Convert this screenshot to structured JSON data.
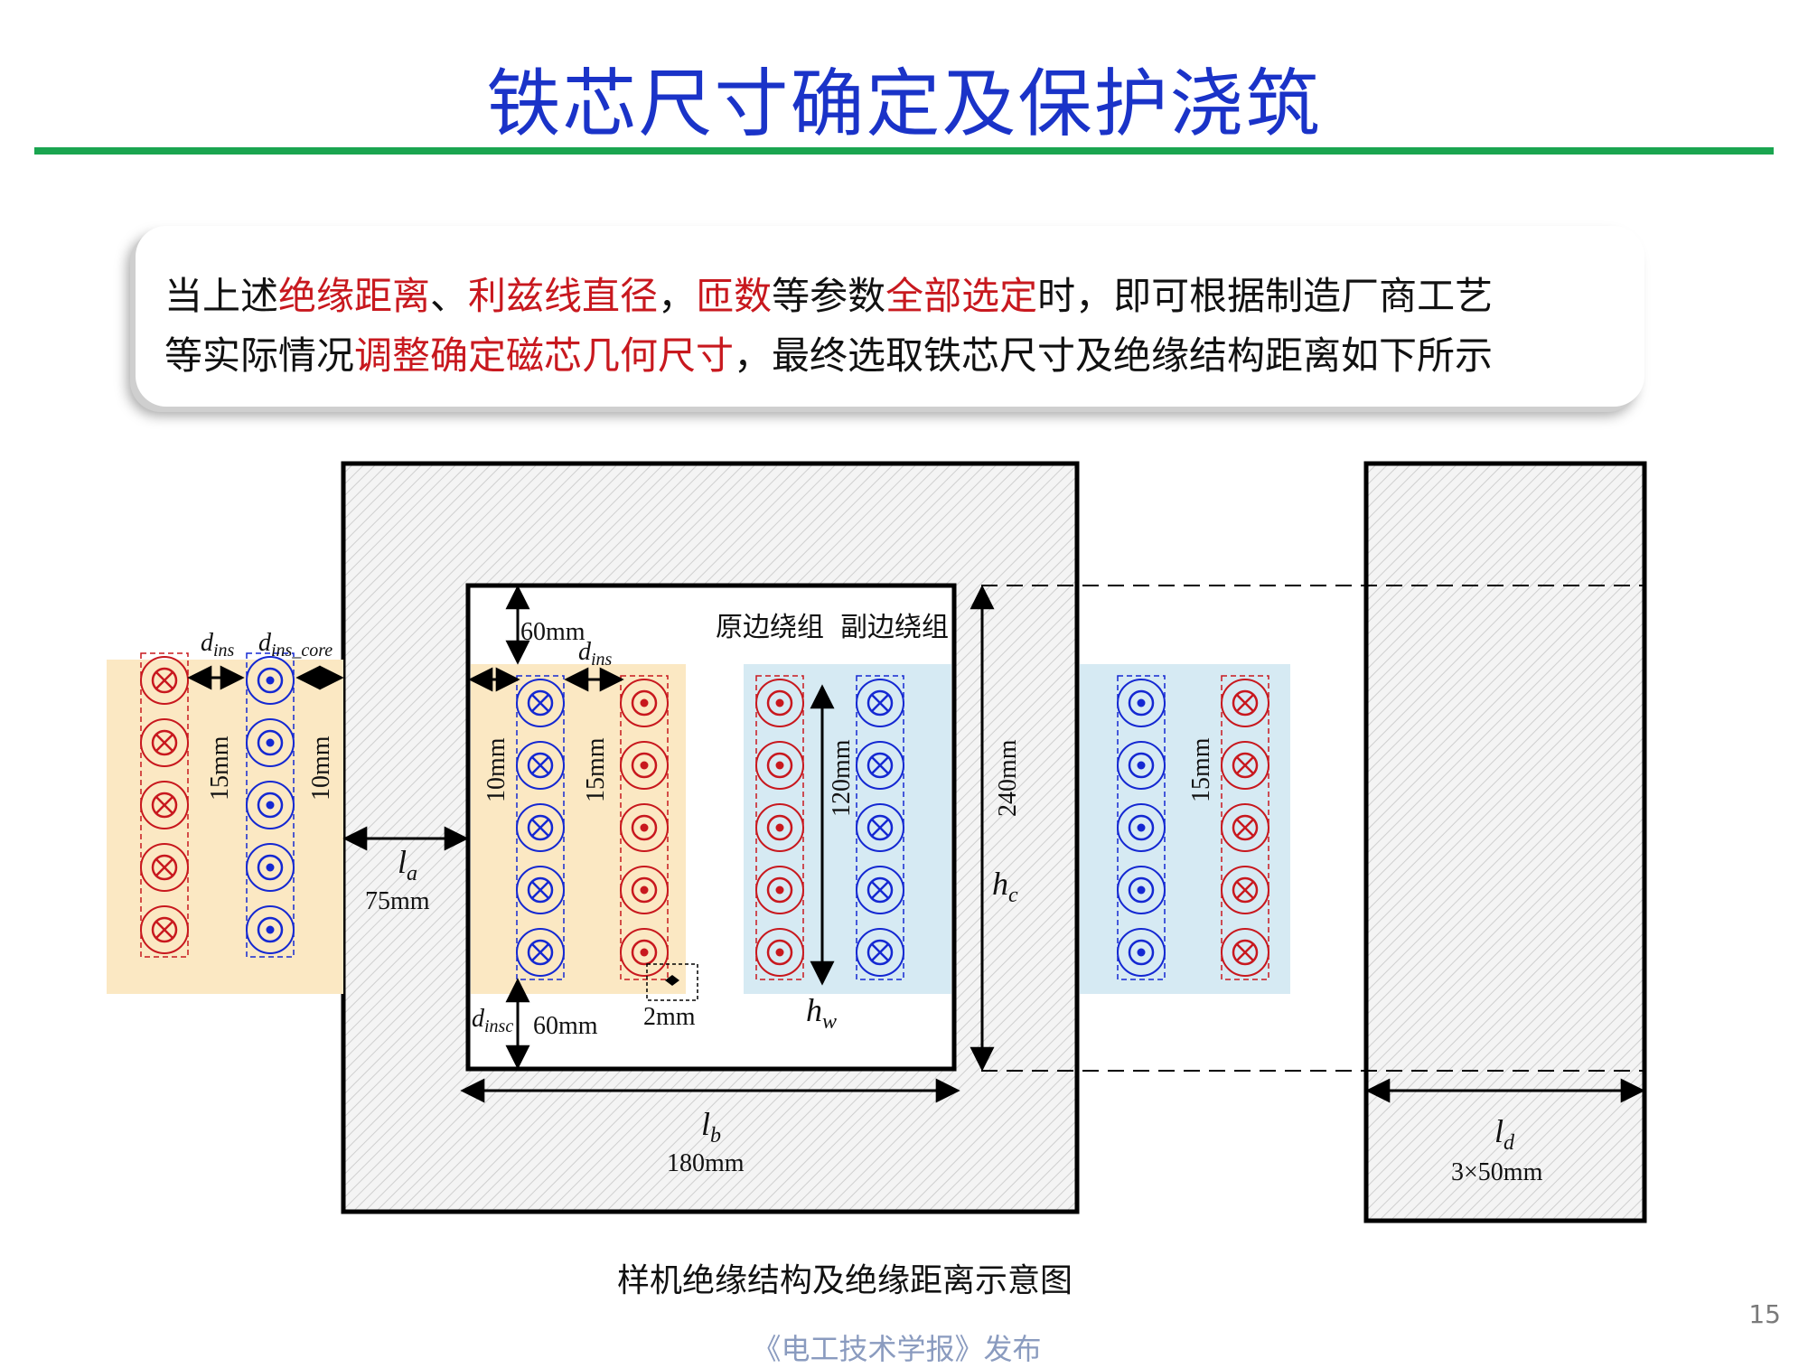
{
  "title": "铁芯尺寸确定及保护浇筑",
  "callout": {
    "line1": [
      {
        "text": "当上述",
        "red": false
      },
      {
        "text": "绝缘距离",
        "red": true
      },
      {
        "text": "、",
        "red": false
      },
      {
        "text": "利兹线直径",
        "red": true
      },
      {
        "text": "，",
        "red": false
      },
      {
        "text": "匝数",
        "red": true
      },
      {
        "text": "等参数",
        "red": false
      },
      {
        "text": "全部选定",
        "red": true
      },
      {
        "text": "时，即可根据制造厂商工艺",
        "red": false
      }
    ],
    "line2": [
      {
        "text": "等实际情况",
        "red": false
      },
      {
        "text": "调整确定磁芯几何尺寸",
        "red": true
      },
      {
        "text": "，最终选取铁芯尺寸及绝缘结构距离如下所示",
        "red": false
      }
    ]
  },
  "diagram": {
    "labels": {
      "d_ins_left": "d",
      "d_ins_left_sub": "ins",
      "d_ins_core": "d",
      "d_ins_core_sub": "ins_core",
      "d_ins_inner": "d",
      "d_ins_inner_sub": "ins",
      "dim_60mm_top": "60mm",
      "dim_15mm_left": "15mm",
      "dim_10mm_left": "10mm",
      "dim_10mm_inner": "10mm",
      "dim_15mm_inner": "15mm",
      "dim_120mm": "120mm",
      "dim_240mm": "240mm",
      "dim_15mm_right": "15mm",
      "primary_winding": "原边绕组",
      "secondary_winding": "副边绕组",
      "la": "l",
      "la_sub": "a",
      "la_value": "75mm",
      "hc": "h",
      "hc_sub": "c",
      "hw": "h",
      "hw_sub": "w",
      "dinsc": "d",
      "dinsc_sub": "insc",
      "dinsc_value": "60mm",
      "dim_2mm": "2mm",
      "lb": "l",
      "lb_sub": "b",
      "lb_value": "180mm",
      "ld": "l",
      "ld_sub": "d",
      "ld_value": "3×50mm"
    },
    "colors": {
      "red": "#c8181e",
      "blue": "#1428d2",
      "yellow_panel": "#fbe8c3",
      "blue_panel": "#d6eaf3",
      "hatch": "#c9c9c9"
    }
  },
  "caption": "样机绝缘结构及绝缘距离示意图",
  "page_number": "15",
  "publisher": "《电工技术学报》发布"
}
